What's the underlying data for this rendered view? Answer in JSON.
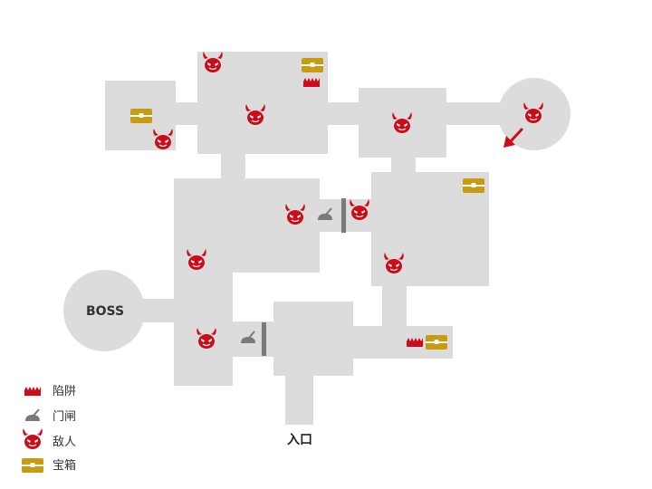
{
  "map": {
    "boss_label": "BOSS",
    "entrance_label": "入口"
  },
  "legend": {
    "trap": "陷阱",
    "gate": "门闸",
    "enemy": "敌人",
    "chest": "宝箱"
  },
  "colors": {
    "floor": "#dcdcdc",
    "enemy": "#cc0c18",
    "chest": "#c89b10",
    "gate": "#7a7a7a",
    "trap": "#cc0c18",
    "arrow": "#cc0c18"
  },
  "icons": {
    "enemy": "devil-head-icon",
    "chest": "treasure-chest-icon",
    "gate": "lever-icon",
    "trap": "spike-trap-icon",
    "direction": "arrow-down-left-icon"
  }
}
